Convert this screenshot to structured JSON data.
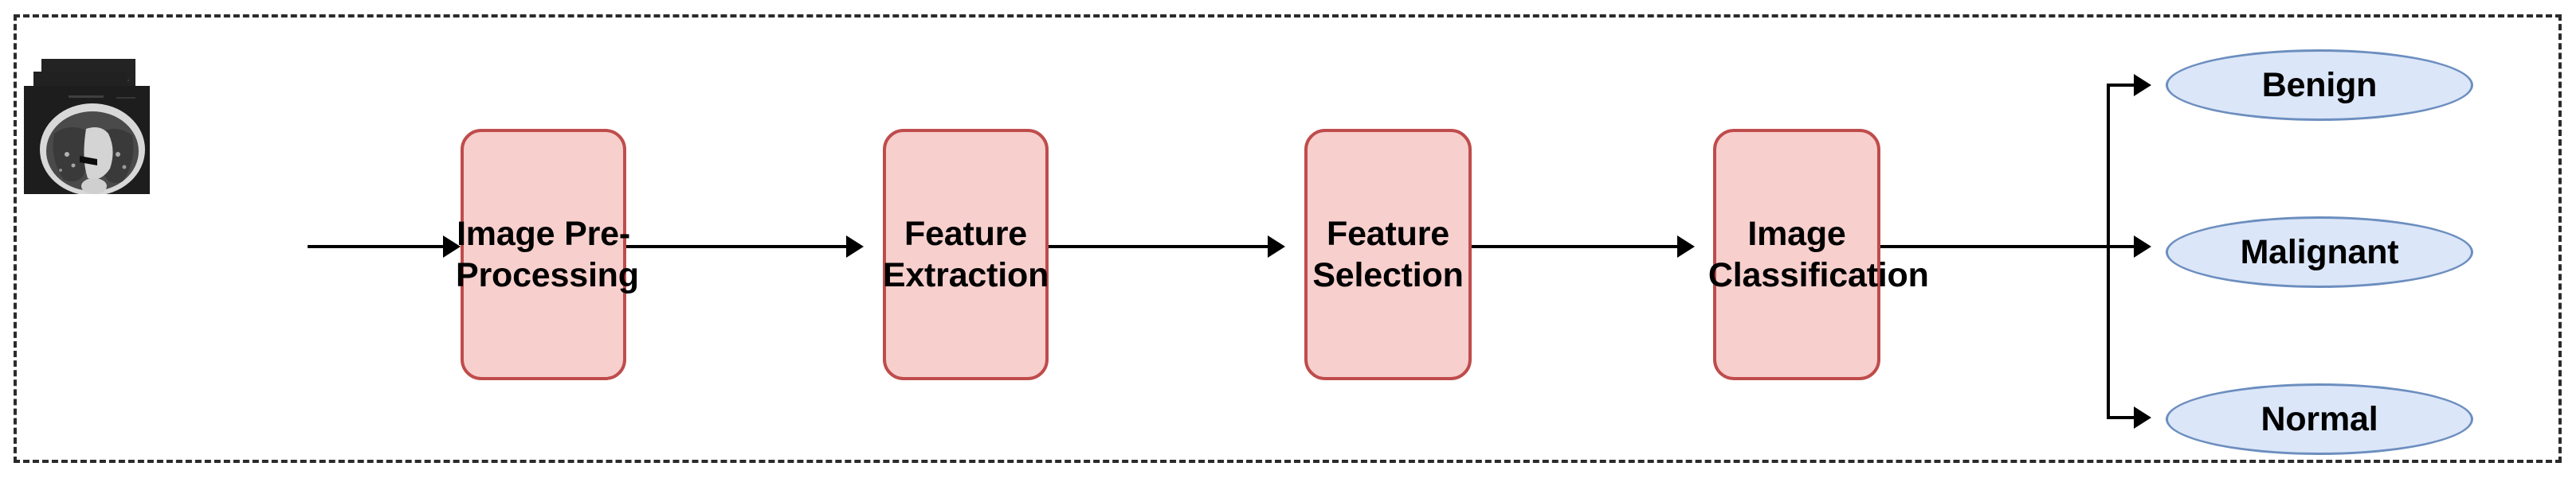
{
  "diagram": {
    "title": "Lung CT image classification pipeline",
    "frame": {
      "style": "dashed-border"
    },
    "colors": {
      "process_fill": "#f7cfcd",
      "process_stroke": "#bf4c4c",
      "result_fill": "#dbe6f8",
      "result_stroke": "#6c8ebf",
      "connector": "#000000",
      "frame_border": "#2b2b2b",
      "ct_background": "#1f1f1f"
    },
    "input": {
      "name": "ct-image-stack",
      "description": "Stack of three lung CT slice images",
      "slice_count": 3
    },
    "process_steps": [
      {
        "id": "pre-processing",
        "label": "Image Pre-\nProcessing"
      },
      {
        "id": "feature-extraction",
        "label": "Feature\nExtraction"
      },
      {
        "id": "feature-selection",
        "label": "Feature\nSelection"
      },
      {
        "id": "image-classification",
        "label": "Image\nClassification"
      }
    ],
    "results": [
      {
        "id": "benign",
        "label": "Benign"
      },
      {
        "id": "malignant",
        "label": "Malignant"
      },
      {
        "id": "normal",
        "label": "Normal"
      }
    ],
    "connectors": [
      {
        "from": "ct-image-stack",
        "to": "pre-processing",
        "type": "arrow"
      },
      {
        "from": "pre-processing",
        "to": "feature-extraction",
        "type": "arrow"
      },
      {
        "from": "feature-extraction",
        "to": "feature-selection",
        "type": "arrow"
      },
      {
        "from": "feature-selection",
        "to": "image-classification",
        "type": "arrow"
      },
      {
        "from": "image-classification",
        "to": "benign",
        "type": "branch-arrow"
      },
      {
        "from": "image-classification",
        "to": "malignant",
        "type": "branch-arrow"
      },
      {
        "from": "image-classification",
        "to": "normal",
        "type": "branch-arrow"
      }
    ]
  }
}
